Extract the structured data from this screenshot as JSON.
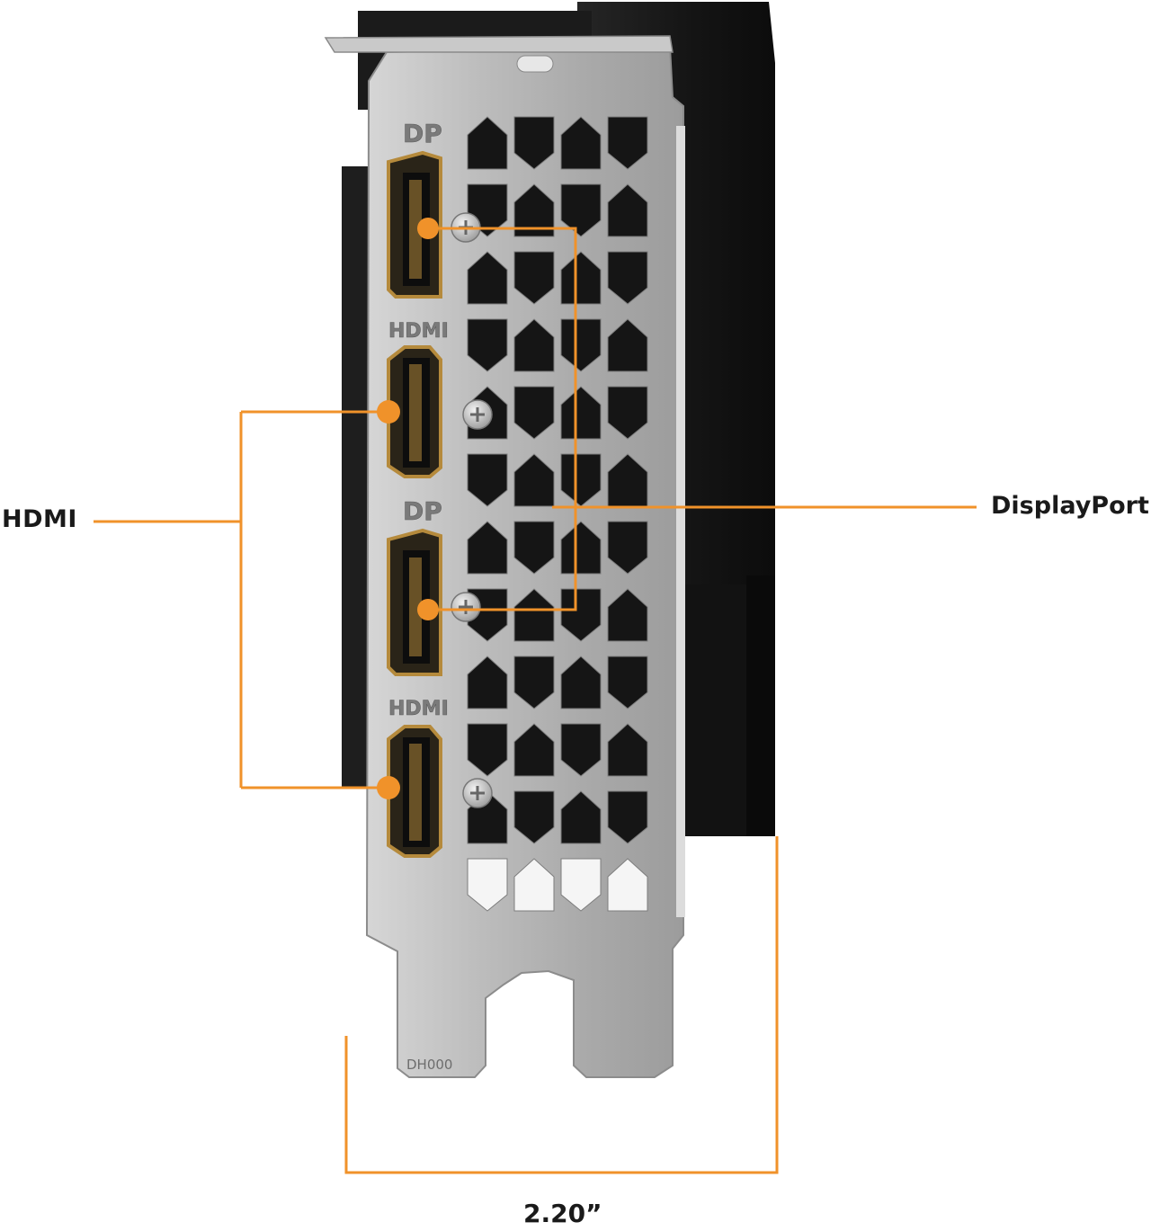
{
  "callouts": {
    "hdmi_label": "HDMI",
    "displayport_label": "DisplayPort",
    "width_dimension": "2.20”"
  },
  "bracket": {
    "port_labels": [
      "DP",
      "HDMI",
      "DP",
      "HDMI"
    ],
    "part_code": "DH000"
  },
  "colors": {
    "accent": "#f0922a",
    "bracket_metal": "#b9b9b9",
    "card_shroud": "#161616",
    "port_gold": "#b58a3c"
  }
}
